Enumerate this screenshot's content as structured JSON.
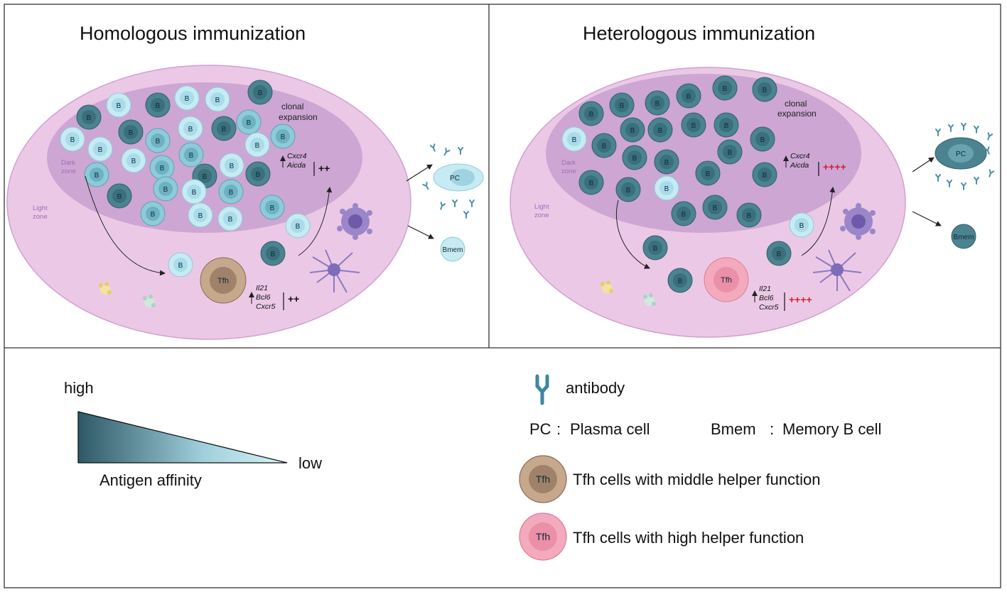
{
  "panels": [
    {
      "title": "Homologous immunization",
      "dark_zone": [
        "Dark",
        "zone"
      ],
      "light_zone": [
        "Light",
        "zone"
      ],
      "clonal": [
        "clonal",
        "expansion"
      ],
      "dz_genes": [
        "Cxcr4",
        "Aicda"
      ],
      "dz_level": "++",
      "lz_genes": [
        "Il21",
        "Bcl6",
        "Cxcr5"
      ],
      "lz_level": "++",
      "tfh": "Tfh",
      "b": "B",
      "pc": "PC",
      "bmem": "Bmem"
    },
    {
      "title": "Heterologous immunization",
      "dark_zone": [
        "Dark",
        "zone"
      ],
      "light_zone": [
        "Light",
        "zone"
      ],
      "clonal": [
        "clonal",
        "expansion"
      ],
      "dz_genes": [
        "Cxcr4",
        "Aicda"
      ],
      "dz_level": "++++",
      "lz_genes": [
        "Il21",
        "Bcl6",
        "Cxcr5"
      ],
      "lz_level": "++++",
      "tfh": "Tfh",
      "b": "B",
      "pc": "PC",
      "bmem": "Bmem"
    }
  ],
  "legend": {
    "affinity_high": "high",
    "affinity_low": "low",
    "affinity_label": "Antigen affinity",
    "antibody": "antibody",
    "pc_abbr": "PC",
    "pc_full": "Plasma cell",
    "bmem_abbr": "Bmem",
    "bmem_full": "Memory B cell",
    "tfh_middle": "Tfh cells with middle helper function",
    "tfh_high": "Tfh cells with high helper function",
    "tfh_label": "Tfh"
  },
  "colors": {
    "light_zone": "#ebc9e6",
    "dark_zone": "#cda6d4",
    "b_high_affinity": "#4b8391",
    "b_low_affinity": "#bfe6ef",
    "tfh_middle": "#c6a88c",
    "tfh_high": "#f3aabd",
    "gene_plus_high": "#d0202e"
  }
}
